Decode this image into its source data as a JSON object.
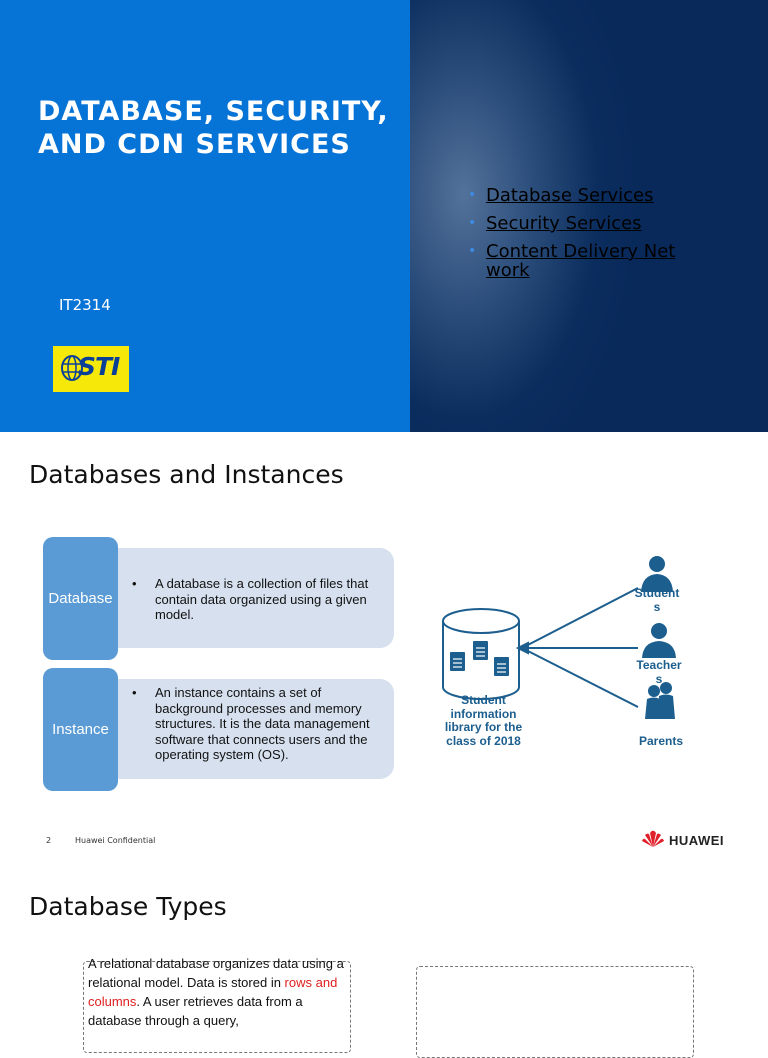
{
  "slide1": {
    "title_line1": "DATABASE, SECURITY,",
    "title_line2": "AND CDN SERVICES",
    "course_code": "IT2314",
    "logo_text": "STI",
    "menu": [
      {
        "label_line1": "Database Services",
        "label_line2": ""
      },
      {
        "label_line1": "Security Services",
        "label_line2": ""
      },
      {
        "label_line1": "Content Delivery Net",
        "label_line2": "work"
      }
    ]
  },
  "slide2": {
    "title": "Databases and Instances",
    "database_tab": "Database",
    "database_desc": "A database is a collection of files that contain data organized using a given model.",
    "instance_tab": "Instance",
    "instance_desc": "An instance contains a set of background processes and memory structures. It is the data management software that connects users and the operating system (OS).",
    "diagram": {
      "library_label": "Student information library for the class of 2018",
      "students_l1": "Student",
      "students_l2": "s",
      "teachers_l1": "Teacher",
      "teachers_l2": "s",
      "parents": "Parents"
    },
    "page_number": "2",
    "confidential": "Huawei Confidential",
    "brand": "HUAWEI"
  },
  "slide3": {
    "title": "Database Types",
    "para_before": "A relational database organizes data using a relational model. Data is stored in ",
    "para_red": "rows and columns",
    "para_after": ". A user retrieves data from a database through a query,"
  },
  "colors": {
    "slide1_blue": "#0673d6",
    "slide1_navy": "#0b2d5e",
    "tab_blue": "#5b9bd5",
    "card_bg": "#d6e0ee",
    "diagram_blue": "#1c5e8e",
    "highlight_red": "#e02020",
    "logo_yellow": "#f6e90a"
  }
}
